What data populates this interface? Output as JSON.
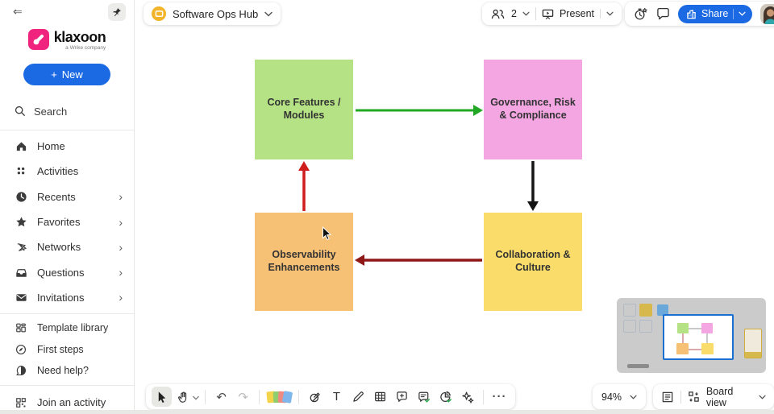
{
  "app": {
    "logo_text": "klaxoon",
    "tagline": "a Wrike company",
    "brand_pink": "#f0247f",
    "accent_blue": "#1b6ae4"
  },
  "sidebar": {
    "new_plus": "+",
    "new_label": "New",
    "search_label": "Search",
    "nav": [
      {
        "label": "Home",
        "has_chevron": false
      },
      {
        "label": "Activities",
        "has_chevron": false
      },
      {
        "label": "Recents",
        "has_chevron": true
      },
      {
        "label": "Favorites",
        "has_chevron": true
      },
      {
        "label": "Networks",
        "has_chevron": true
      },
      {
        "label": "Questions",
        "has_chevron": true
      },
      {
        "label": "Invitations",
        "has_chevron": true
      }
    ],
    "chevron_glyph": "›",
    "secondary": [
      {
        "label": "Template library"
      },
      {
        "label": "First steps"
      },
      {
        "label": "Need help?"
      }
    ],
    "join_label": "Join an activity"
  },
  "header": {
    "board_title": "Software Ops Hub",
    "participants_count": "2",
    "present_label": "Present",
    "share_label": "Share"
  },
  "canvas": {
    "notes": [
      {
        "label": "Core Features / Modules",
        "color": "#b4e284"
      },
      {
        "label": "Governance, Risk & Compliance",
        "color": "#f4a6e3"
      },
      {
        "label": "Observability Enhancements",
        "color": "#f6c075"
      },
      {
        "label": "Collaboration & Culture",
        "color": "#f9dc69"
      }
    ],
    "arrows": [
      {
        "from": "Core Features / Modules",
        "to": "Governance, Risk & Compliance",
        "color": "#23a826"
      },
      {
        "from": "Governance, Risk & Compliance",
        "to": "Collaboration & Culture",
        "color": "#141414"
      },
      {
        "from": "Collaboration & Culture",
        "to": "Observability Enhancements",
        "color": "#8e1717"
      },
      {
        "from": "Observability Enhancements",
        "to": "Core Features / Modules",
        "color": "#cf1c1c"
      }
    ]
  },
  "toolbar": {
    "undo_glyph": "↶",
    "redo_glyph": "↷",
    "text_tool_label": "T",
    "more_glyph": "···"
  },
  "statusbar": {
    "zoom_level": "94%",
    "view_label": "Board view"
  }
}
